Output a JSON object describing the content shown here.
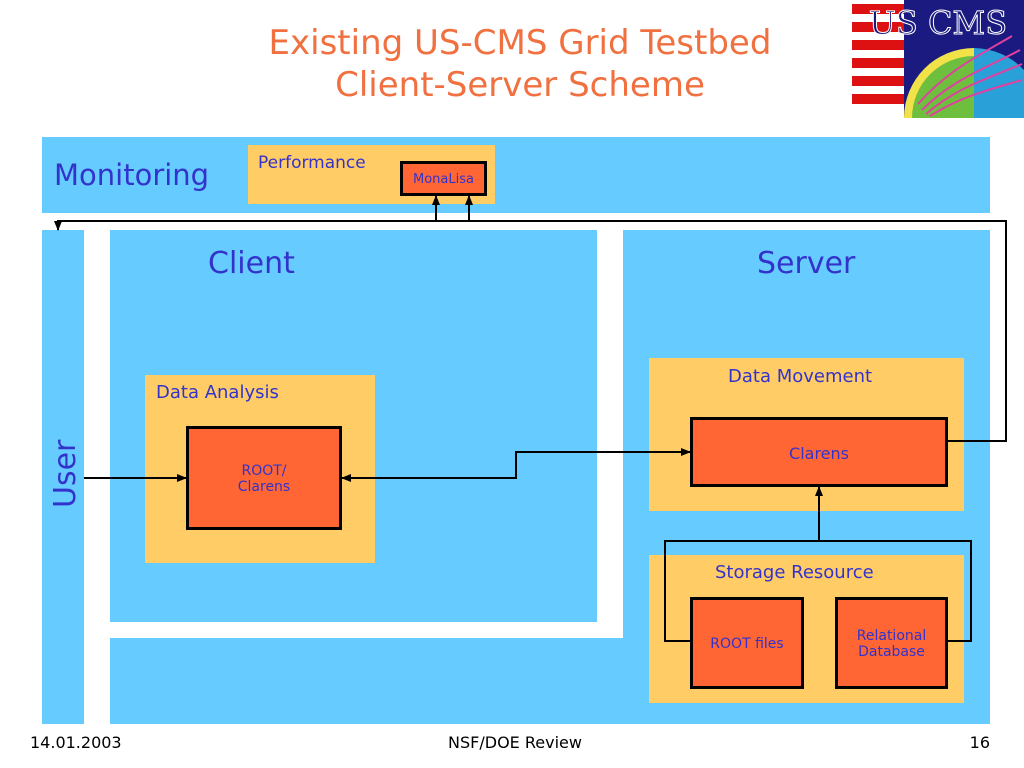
{
  "slide": {
    "title_line1": "Existing US-CMS Grid Testbed",
    "title_line2": "Client-Server Scheme"
  },
  "logo": {
    "text": "US CMS"
  },
  "monitoring": {
    "label": "Monitoring",
    "performance_label": "Performance",
    "monalisa_label": "MonaLisa"
  },
  "user": {
    "label": "User"
  },
  "client": {
    "label": "Client",
    "data_analysis_label": "Data Analysis",
    "root_clarens_line1": "ROOT/",
    "root_clarens_line2": "Clarens"
  },
  "server": {
    "label": "Server",
    "data_movement_label": "Data Movement",
    "clarens_label": "Clarens",
    "storage_label": "Storage Resource",
    "root_files_label": "ROOT files",
    "relational_line1": "Relational",
    "relational_line2": "Database"
  },
  "footer": {
    "date": "14.01.2003",
    "center": "NSF/DOE Review",
    "page": "16"
  },
  "colors": {
    "title": "#f07040",
    "panel_blue": "#66ccff",
    "panel_tan": "#ffcc66",
    "component_orange": "#ff6633",
    "label_blue": "#3333cc"
  }
}
